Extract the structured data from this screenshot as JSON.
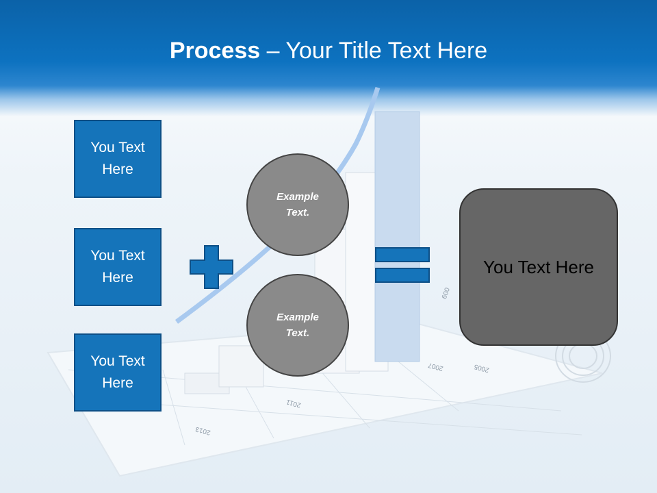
{
  "slide": {
    "title_bold": "Process",
    "title_rest": " – Your Title Text Here"
  },
  "left_boxes": [
    {
      "line1": "You Text",
      "line2": "Here"
    },
    {
      "line1": "You Text",
      "line2": "Here"
    },
    {
      "line1": "You Text",
      "line2": "Here"
    }
  ],
  "circles": [
    {
      "line1": "Example",
      "line2": "Text."
    },
    {
      "line1": "Example",
      "line2": "Text."
    }
  ],
  "result": {
    "text": "You Text Here"
  },
  "background_years": [
    "2013",
    "2011",
    "2007",
    "2005",
    "600"
  ],
  "colors": {
    "header_blue": "#0d72c0",
    "box_blue": "#1574ba",
    "circle_gray": "#8a8a8a",
    "result_gray": "#666666"
  }
}
